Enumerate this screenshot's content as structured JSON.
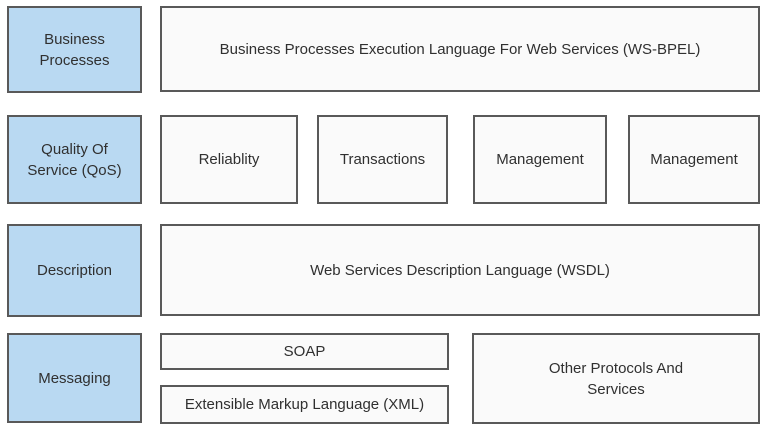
{
  "colors": {
    "border_color": "#595959",
    "layer_fill": "#b9d9f2",
    "box_fill": "#fafafa",
    "text_color": "#303030",
    "background": "#ffffff"
  },
  "diagram": {
    "layers": [
      {
        "label": "Business Processes"
      },
      {
        "label": "Quality Of Service (QoS)"
      },
      {
        "label": "Description"
      },
      {
        "label": "Messaging"
      }
    ],
    "business_processes": {
      "bpel": "Business Processes Execution Language For Web Services (WS-BPEL)"
    },
    "qos": {
      "items": [
        "Reliablity",
        "Transactions",
        "Management",
        "Management"
      ]
    },
    "description": {
      "wsdl": "Web Services Description Language (WSDL)"
    },
    "messaging": {
      "soap": "SOAP",
      "xml": "Extensible Markup Language (XML)",
      "other": "Other Protocols And Services"
    }
  }
}
